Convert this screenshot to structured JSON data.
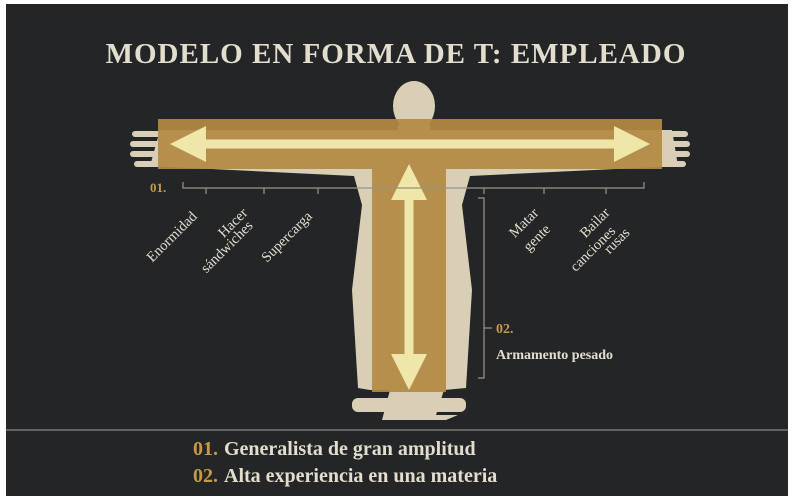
{
  "title": "MODELO EN FORMA DE T: EMPLEADO",
  "marker_01": "01.",
  "marker_02": "02.",
  "broad_skills": [
    "Enormidad",
    "Hacer",
    "sándwiches",
    "Supercarga",
    "Matar",
    "gente",
    "Bailar",
    "canciones",
    "rusas"
  ],
  "deep_skill": "Armamento pesado",
  "legend": {
    "item1_number": "01.",
    "item1_text": "Generalista de gran amplitud",
    "item2_number": "02.",
    "item2_text": "Alta experiencia en una materia"
  },
  "colors": {
    "background": "#232527",
    "silhouette": "#d9cfb6",
    "t_bar": "#b48a45",
    "arrow": "#eee7a9",
    "accent": "#c79a45",
    "text": "#e3ddcd"
  }
}
